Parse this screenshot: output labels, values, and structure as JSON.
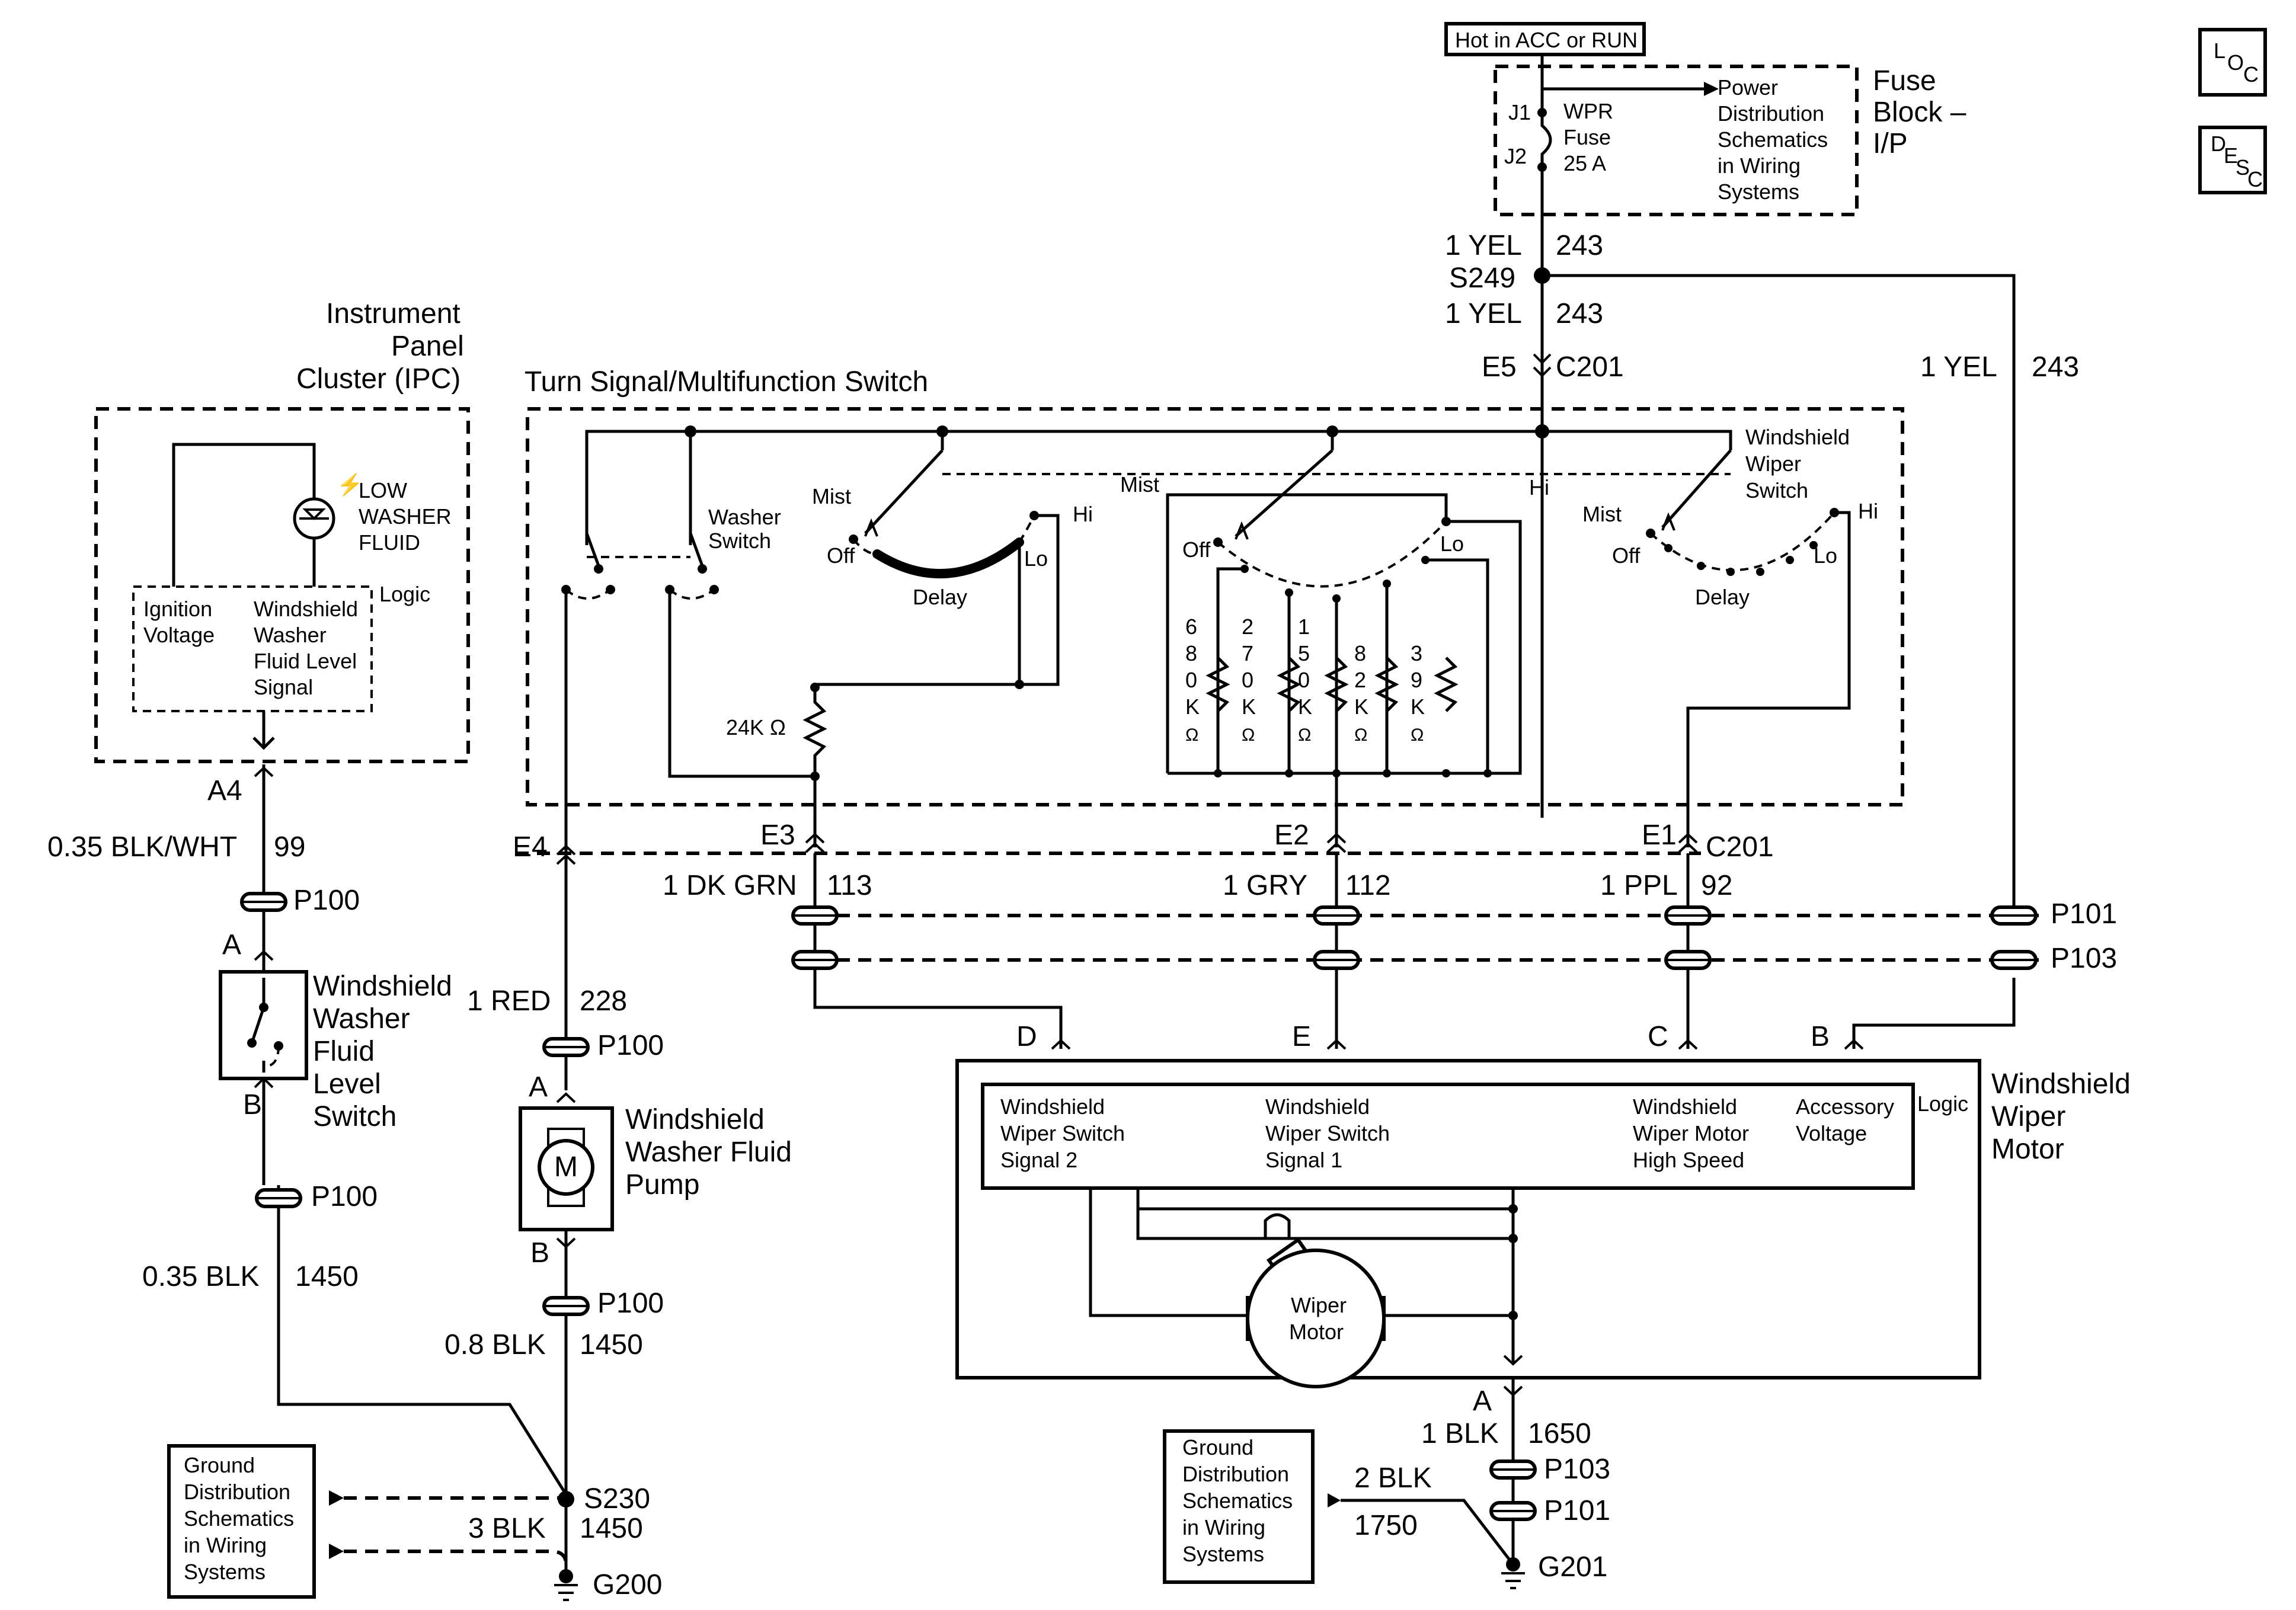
{
  "badges": {
    "loc": "LOC",
    "desc": "DESC"
  },
  "hot_label": "Hot in ACC or RUN",
  "fuse_block": {
    "title_1": "Fuse",
    "title_2": "Block –",
    "title_3": "I/P",
    "j1": "J1",
    "j2": "J2",
    "fuse_1": "WPR",
    "fuse_2": "Fuse",
    "fuse_3": "25 A",
    "ref_1": "Power",
    "ref_2": "Distribution",
    "ref_3": "Schematics",
    "ref_4": "in Wiring",
    "ref_5": "Systems"
  },
  "feed": {
    "wire_top": "1 YEL",
    "circuit_top": "243",
    "splice": "S249",
    "wire_mid": "1 YEL",
    "circuit_mid": "243",
    "pin": "E5",
    "conn": "C201",
    "wire_right": "1 YEL",
    "circuit_right": "243"
  },
  "ipc": {
    "title_1": "Instrument",
    "title_2": "Panel",
    "title_3": "Cluster (IPC)",
    "lamp_1": "LOW",
    "lamp_2": "WASHER",
    "lamp_3": "FLUID",
    "logic": "Logic",
    "ign_1": "Ignition",
    "ign_2": "Voltage",
    "sig_1": "Windshield",
    "sig_2": "Washer",
    "sig_3": "Fluid Level",
    "sig_4": "Signal"
  },
  "multifunction": {
    "title": "Turn Signal/Multifunction Switch",
    "washer_1": "Washer",
    "washer_2": "Switch",
    "mist": "Mist",
    "off": "Off",
    "delay": "Delay",
    "hi": "Hi",
    "lo": "Lo",
    "wiper_1": "Windshield",
    "wiper_2": "Wiper",
    "wiper_3": "Switch",
    "resistor": "24K Ω",
    "r1": [
      "6",
      "8",
      "0",
      "K",
      "Ω"
    ],
    "r2": [
      "2",
      "7",
      "0",
      "K",
      "Ω"
    ],
    "r3": [
      "1",
      "5",
      "0",
      "K",
      "Ω"
    ],
    "r4": [
      "8",
      "2",
      "K",
      "Ω"
    ],
    "r5": [
      "3",
      "9",
      "K",
      "Ω"
    ]
  },
  "connectors": {
    "a4": "A4",
    "e4": "E4",
    "e3": "E3",
    "e2": "E2",
    "e1": "E1",
    "c201": "C201",
    "p100": "P100",
    "p101": "P101",
    "p103": "P103"
  },
  "wires": {
    "w99": "0.35 BLK/WHT",
    "c99": "99",
    "w228": "1 RED",
    "c228": "228",
    "w113": "1 DK GRN",
    "c113": "113",
    "w112": "1 GRY",
    "c112": "112",
    "w92": "1 PPL",
    "c92": "92",
    "w1450a": "0.35 BLK",
    "c1450a": "1450",
    "w1450b": "0.8 BLK",
    "c1450b": "1450",
    "w1450c": "3 BLK",
    "c1450c": "1450",
    "w1650": "1 BLK",
    "c1650": "1650",
    "w1750": "2 BLK",
    "c1750": "1750"
  },
  "level_switch": {
    "pin_a": "A",
    "pin_b": "B",
    "t1": "Windshield",
    "t2": "Washer",
    "t3": "Fluid",
    "t4": "Level",
    "t5": "Switch"
  },
  "pump": {
    "pin_a": "A",
    "pin_b": "B",
    "t1": "Windshield",
    "t2": "Washer Fluid",
    "t3": "Pump",
    "m": "M"
  },
  "wiper_motor": {
    "pin_d": "D",
    "pin_e": "E",
    "pin_c": "C",
    "pin_b": "B",
    "pin_a": "A",
    "title_1": "Windshield",
    "title_2": "Wiper",
    "title_3": "Motor",
    "logic": "Logic",
    "s2_1": "Windshield",
    "s2_2": "Wiper Switch",
    "s2_3": "Signal 2",
    "s1_1": "Windshield",
    "s1_2": "Wiper Switch",
    "s1_3": "Signal 1",
    "hs_1": "Windshield",
    "hs_2": "Wiper Motor",
    "hs_3": "High Speed",
    "acc_1": "Accessory",
    "acc_2": "Voltage",
    "motor_1": "Wiper",
    "motor_2": "Motor"
  },
  "ground_left": {
    "t1": "Ground",
    "t2": "Distribution",
    "t3": "Schematics",
    "t4": "in Wiring",
    "t5": "Systems",
    "splice": "S230",
    "ground": "G200"
  },
  "ground_right": {
    "t1": "Ground",
    "t2": "Distribution",
    "t3": "Schematics",
    "t4": "in Wiring",
    "t5": "Systems",
    "ground": "G201"
  }
}
